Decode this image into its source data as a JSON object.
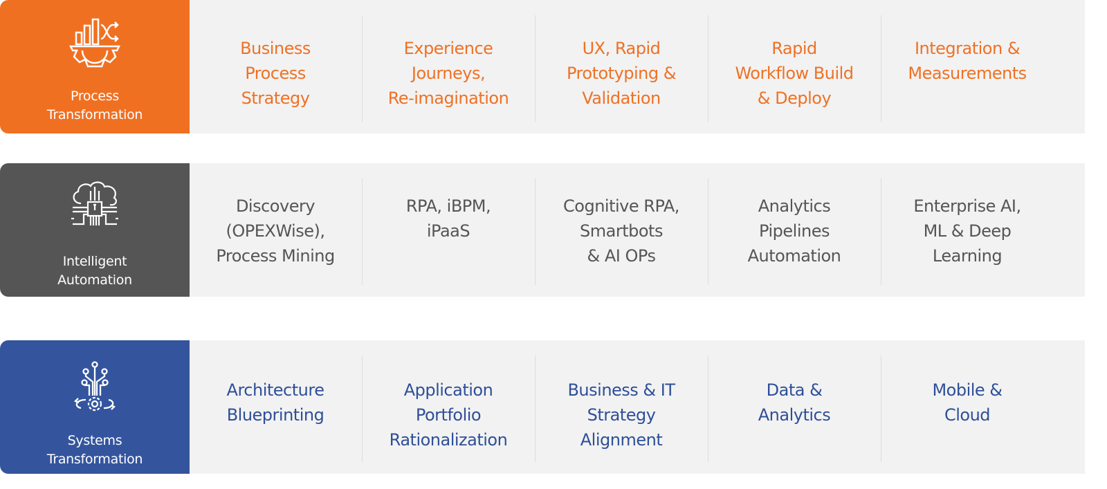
{
  "colors": {
    "process": "#f07022",
    "automation": "#555555",
    "systems": "#34559e",
    "panel": "#f2f2f2"
  },
  "rows": [
    {
      "category": "Process\nTransformation",
      "icon": "chart-gear-icon",
      "items": [
        "Business\nProcess\nStrategy",
        "Experience\nJourneys,\nRe-imagination",
        "UX, Rapid\nPrototyping &\nValidation",
        "Rapid\nWorkflow Build\n& Deploy",
        "Integration &\nMeasurements"
      ]
    },
    {
      "category": "Intelligent\nAutomation",
      "icon": "ai-chip-cloud-icon",
      "items": [
        "Discovery\n(OPEXWise),\nProcess Mining",
        "RPA, iBPM,\niPaaS",
        "Cognitive RPA,\nSmartbots\n& AI OPs",
        "Analytics\nPipelines\nAutomation",
        "Enterprise AI,\nML & Deep\nLearning"
      ]
    },
    {
      "category": "Systems\nTransformation",
      "icon": "circuit-gear-icon",
      "items": [
        "Architecture\nBlueprinting",
        "Application\nPortfolio\nRationalization",
        "Business & IT\nStrategy\nAlignment",
        "Data &\nAnalytics",
        "Mobile &\nCloud"
      ]
    }
  ]
}
